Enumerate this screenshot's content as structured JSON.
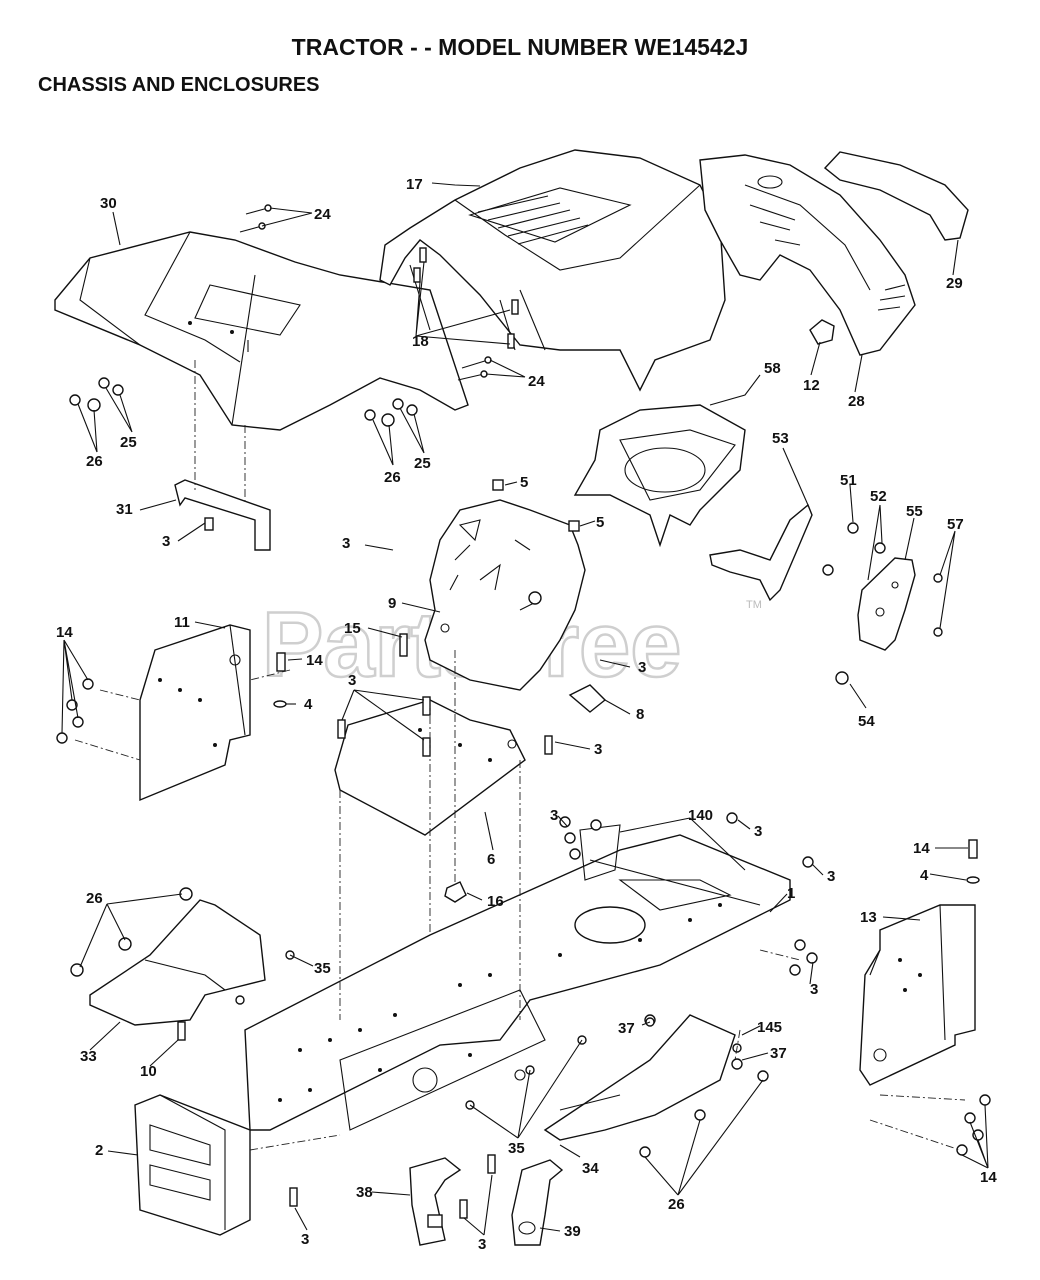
{
  "header": {
    "title": "TRACTOR - - MODEL NUMBER WE14542J",
    "subtitle": "CHASSIS AND ENCLOSURES"
  },
  "watermark": {
    "text": "PartsTree",
    "trademark": "TM"
  },
  "callouts": [
    {
      "key": "c30",
      "label": "30"
    },
    {
      "key": "c24a",
      "label": "24"
    },
    {
      "key": "c17",
      "label": "17"
    },
    {
      "key": "c29",
      "label": "29"
    },
    {
      "key": "c18",
      "label": "18"
    },
    {
      "key": "c24b",
      "label": "24"
    },
    {
      "key": "c12",
      "label": "12"
    },
    {
      "key": "c28",
      "label": "28"
    },
    {
      "key": "c25a",
      "label": "25"
    },
    {
      "key": "c26a",
      "label": "26"
    },
    {
      "key": "c25b",
      "label": "25"
    },
    {
      "key": "c26b",
      "label": "26"
    },
    {
      "key": "c58",
      "label": "58"
    },
    {
      "key": "c5a",
      "label": "5"
    },
    {
      "key": "c5b",
      "label": "5"
    },
    {
      "key": "c53",
      "label": "53"
    },
    {
      "key": "c51",
      "label": "51"
    },
    {
      "key": "c52",
      "label": "52"
    },
    {
      "key": "c55",
      "label": "55"
    },
    {
      "key": "c57",
      "label": "57"
    },
    {
      "key": "c31",
      "label": "31"
    },
    {
      "key": "c3a",
      "label": "3"
    },
    {
      "key": "c3b",
      "label": "3"
    },
    {
      "key": "c9",
      "label": "9"
    },
    {
      "key": "c11",
      "label": "11"
    },
    {
      "key": "c14a",
      "label": "14"
    },
    {
      "key": "c15",
      "label": "15"
    },
    {
      "key": "c14b",
      "label": "14"
    },
    {
      "key": "c3c",
      "label": "3"
    },
    {
      "key": "c54",
      "label": "54"
    },
    {
      "key": "c4a",
      "label": "4"
    },
    {
      "key": "c3d",
      "label": "3"
    },
    {
      "key": "c8",
      "label": "8"
    },
    {
      "key": "c3e",
      "label": "3"
    },
    {
      "key": "c6",
      "label": "6"
    },
    {
      "key": "c3f",
      "label": "3"
    },
    {
      "key": "c140",
      "label": "140"
    },
    {
      "key": "c3g",
      "label": "3"
    },
    {
      "key": "c3h",
      "label": "3"
    },
    {
      "key": "c14c",
      "label": "14"
    },
    {
      "key": "c4b",
      "label": "4"
    },
    {
      "key": "c1",
      "label": "1"
    },
    {
      "key": "c16",
      "label": "16"
    },
    {
      "key": "c13",
      "label": "13"
    },
    {
      "key": "c26c",
      "label": "26"
    },
    {
      "key": "c35a",
      "label": "35"
    },
    {
      "key": "c3i",
      "label": "3"
    },
    {
      "key": "c37a",
      "label": "37"
    },
    {
      "key": "c145",
      "label": "145"
    },
    {
      "key": "c37b",
      "label": "37"
    },
    {
      "key": "c33",
      "label": "33"
    },
    {
      "key": "c10",
      "label": "10"
    },
    {
      "key": "c2",
      "label": "2"
    },
    {
      "key": "c35b",
      "label": "35"
    },
    {
      "key": "c34",
      "label": "34"
    },
    {
      "key": "c26d",
      "label": "26"
    },
    {
      "key": "c14d",
      "label": "14"
    },
    {
      "key": "c38",
      "label": "38"
    },
    {
      "key": "c39",
      "label": "39"
    },
    {
      "key": "c3j",
      "label": "3"
    },
    {
      "key": "c3k",
      "label": "3"
    }
  ]
}
